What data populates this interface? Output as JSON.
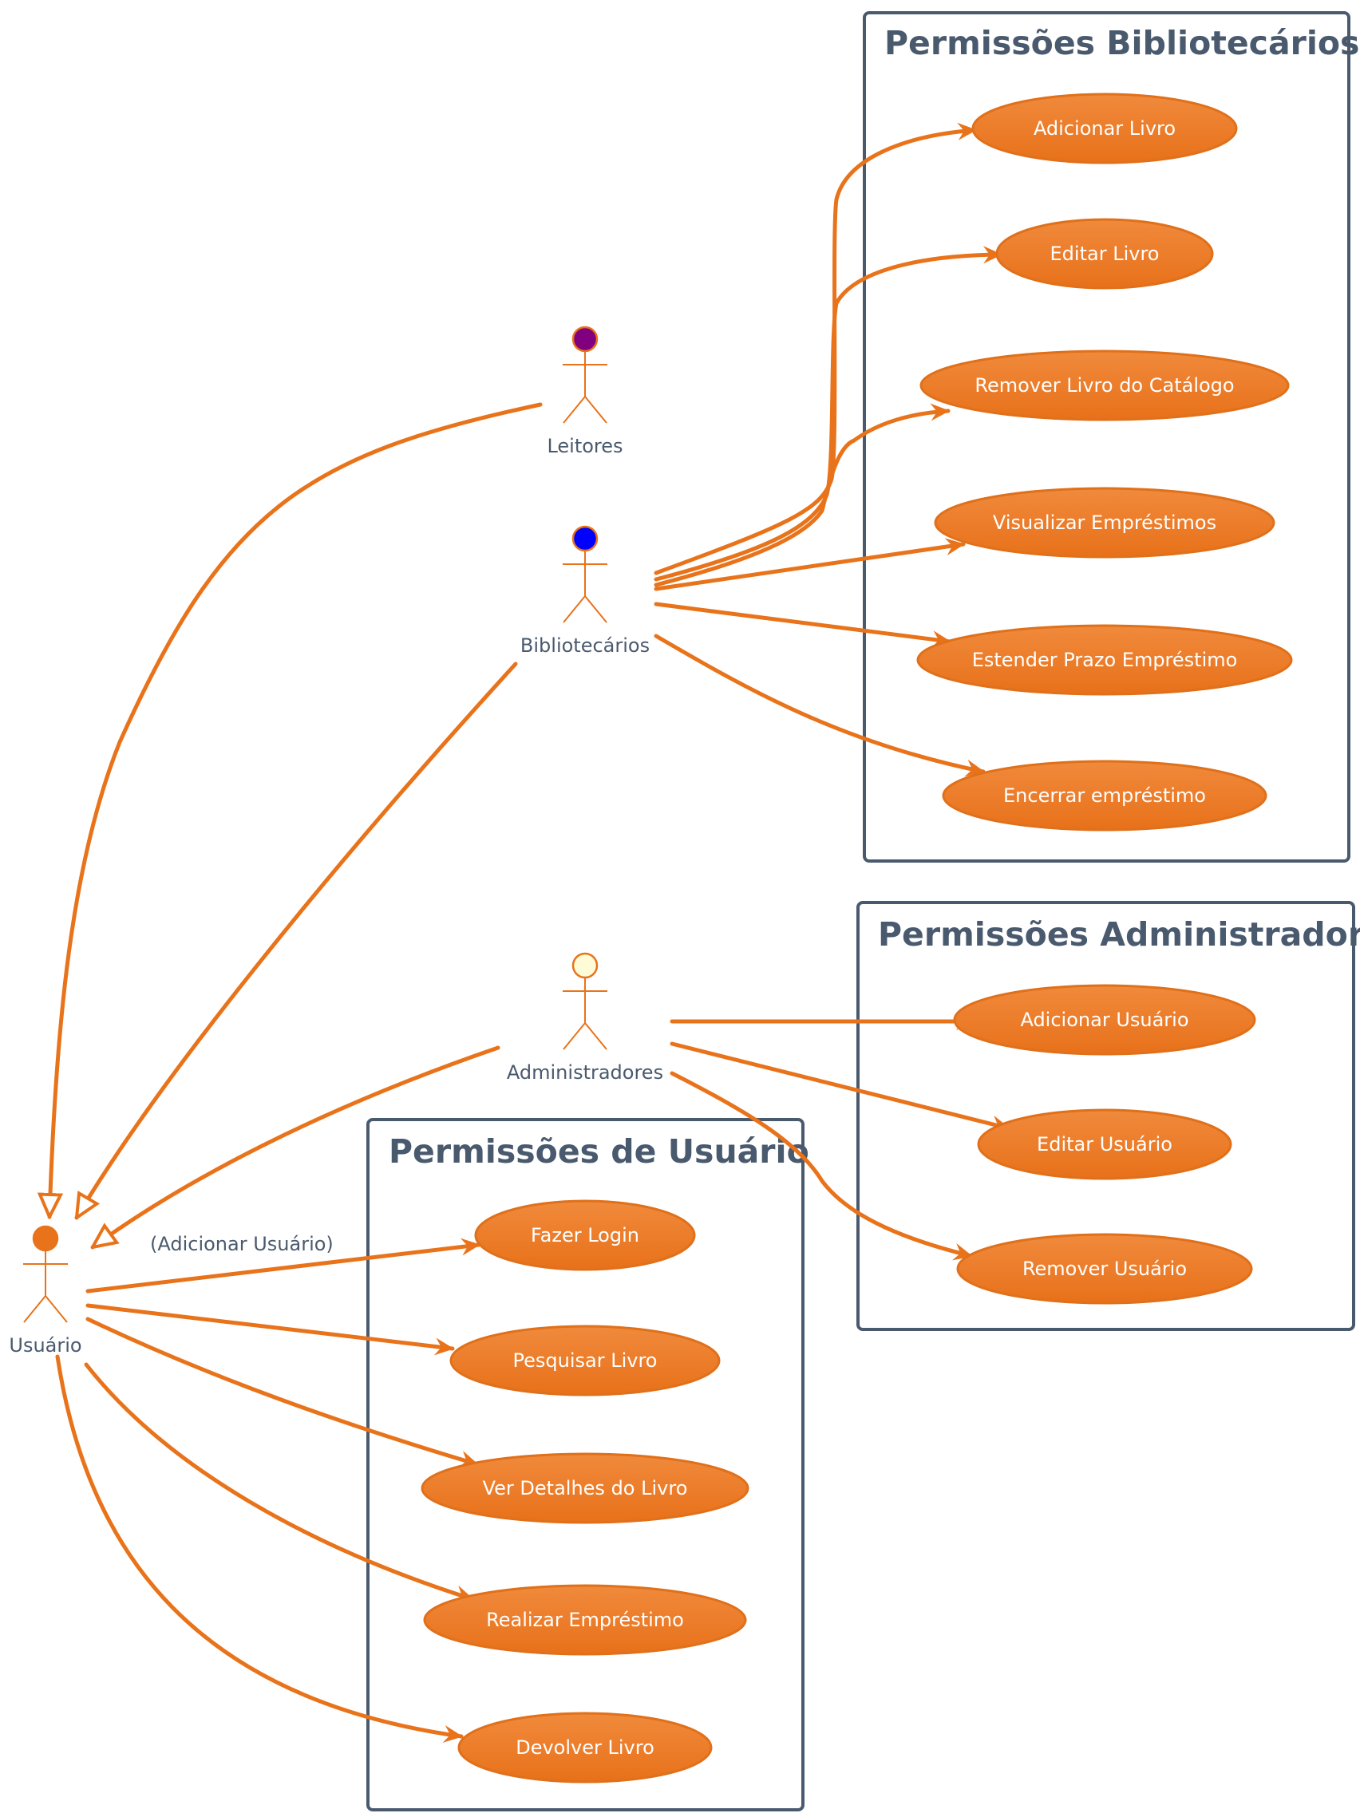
{
  "packages": {
    "bibliotecarios": {
      "title": "Permissões Bibliotecários",
      "use_cases": [
        "Adicionar Livro",
        "Editar Livro",
        "Remover Livro do Catálogo",
        "Visualizar Empréstimos",
        "Estender Prazo Empréstimo",
        "Encerrar empréstimo"
      ]
    },
    "administrador": {
      "title": "Permissões Administrador",
      "use_cases": [
        "Adicionar Usuário",
        "Editar Usuário",
        "Remover Usuário"
      ]
    },
    "usuario": {
      "title": "Permissões de Usuário",
      "use_cases": [
        "Fazer Login",
        "Pesquisar Livro",
        "Ver Detalhes do Livro",
        "Realizar Empréstimo",
        "Devolver Livro"
      ]
    }
  },
  "actors": {
    "leitores": {
      "label": "Leitores",
      "head_color": "#800080"
    },
    "bibliotecarios": {
      "label": "Bibliotecários",
      "head_color": "#0000ff"
    },
    "administradores": {
      "label": "Administradores",
      "head_color": "#fffbd6"
    },
    "usuario": {
      "label": "Usuário",
      "head_color": "#e8731a"
    }
  },
  "edge_labels": {
    "usuario_login": "(Adicionar Usuário)"
  },
  "colors": {
    "accent": "#e8731a",
    "frame": "#4a5a6e",
    "usecase_top": "#f08a3c",
    "usecase_bottom": "#e8711a"
  }
}
